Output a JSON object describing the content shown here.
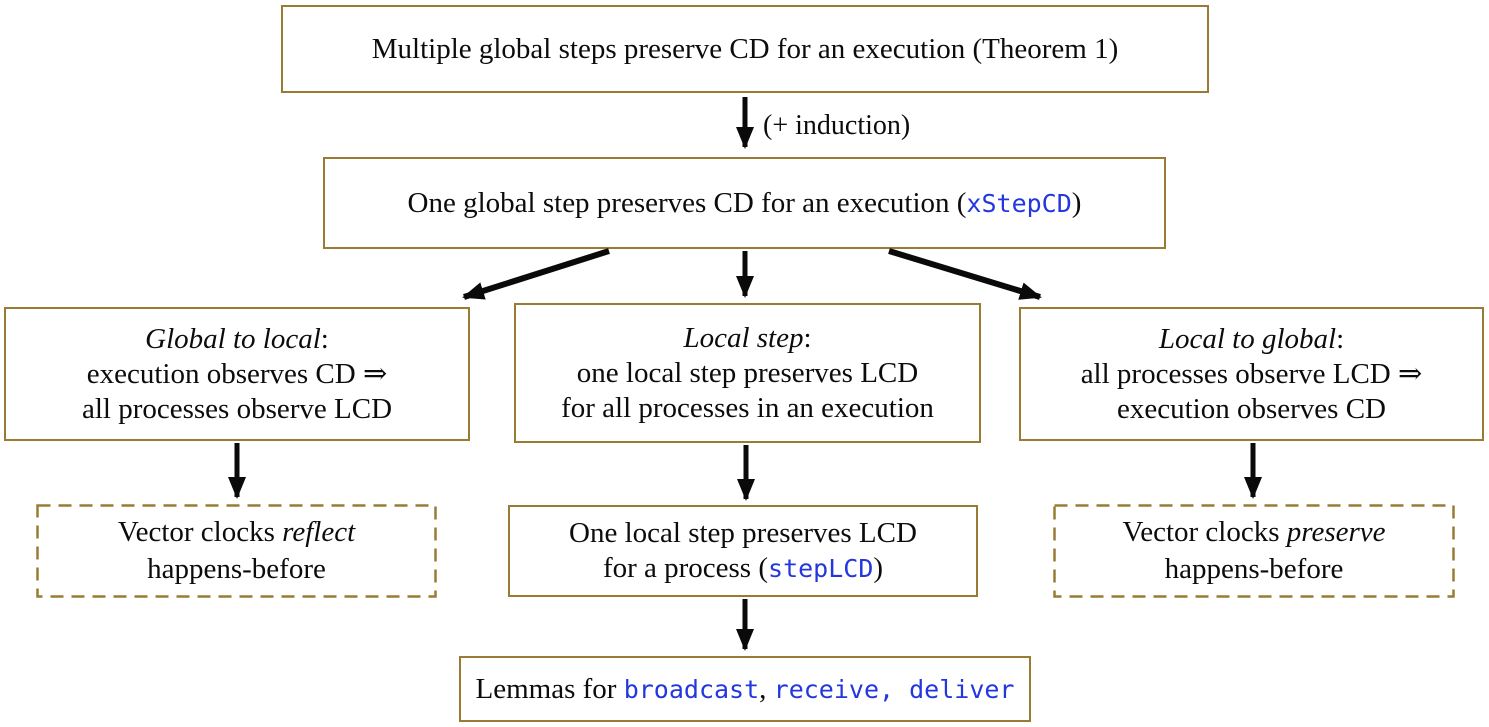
{
  "colors": {
    "border": "#997b35",
    "code": "#2337dd",
    "text": "#0c0c0c",
    "arrow": "#0a0a0a"
  },
  "nodes": {
    "theorem1": {
      "text": "Multiple global steps preserve CD for an execution (Theorem 1)"
    },
    "xstepcd": {
      "pre": "One global step preserves CD for an execution (",
      "code": "xStepCD",
      "post": ")"
    },
    "global_to_local": {
      "head": "Global to local",
      "colon": ":",
      "line2": "execution observes CD ⇒",
      "line3": "all processes observe LCD"
    },
    "local_step": {
      "head": "Local step",
      "colon": ":",
      "line2": "one local step preserves LCD",
      "line3": "for all processes in an execution"
    },
    "local_to_global": {
      "head": "Local to global",
      "colon": ":",
      "line2": "all processes observe LCD ⇒",
      "line3": "execution observes CD"
    },
    "vc_reflect": {
      "pre": "Vector clocks ",
      "em": "reflect",
      "line2": "happens-before"
    },
    "step_lcd": {
      "line1": "One local step preserves LCD",
      "pre": "for a process (",
      "code": "stepLCD",
      "post": ")"
    },
    "vc_preserve": {
      "pre": "Vector clocks ",
      "em": "preserve",
      "line2": "happens-before"
    },
    "lemmas": {
      "pre": "Lemmas for ",
      "code1": "broadcast",
      "sep": ", ",
      "code2": "receive, deliver"
    }
  },
  "edges": [
    {
      "from": "theorem1",
      "to": "xstepcd",
      "label": "(+ induction)"
    },
    {
      "from": "xstepcd",
      "to": "global_to_local",
      "label": ""
    },
    {
      "from": "xstepcd",
      "to": "local_step",
      "label": ""
    },
    {
      "from": "xstepcd",
      "to": "local_to_global",
      "label": ""
    },
    {
      "from": "global_to_local",
      "to": "vc_reflect",
      "label": ""
    },
    {
      "from": "local_step",
      "to": "step_lcd",
      "label": ""
    },
    {
      "from": "local_to_global",
      "to": "vc_preserve",
      "label": ""
    },
    {
      "from": "step_lcd",
      "to": "lemmas",
      "label": ""
    }
  ]
}
